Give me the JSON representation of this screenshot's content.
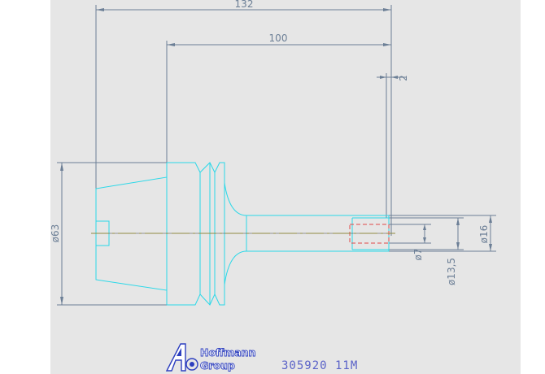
{
  "dimensions": {
    "overall_length": "132",
    "shank_length": "100",
    "offset": "2",
    "body_diameter": "ø63",
    "inner_diameter": "ø7",
    "bore_diameter": "ø13,5",
    "shank_diameter": "ø16"
  },
  "logo": {
    "brand_line1": "Hoffmann",
    "brand_line2": "Group"
  },
  "part_code": "305920 11M",
  "colors": {
    "background": "#e6e6e6",
    "outline": "#2ad8e8",
    "dimension": "#6c7f96",
    "centerline": "#e6d84a",
    "hidden": "#e04848",
    "logo": "#2d3fbf"
  }
}
